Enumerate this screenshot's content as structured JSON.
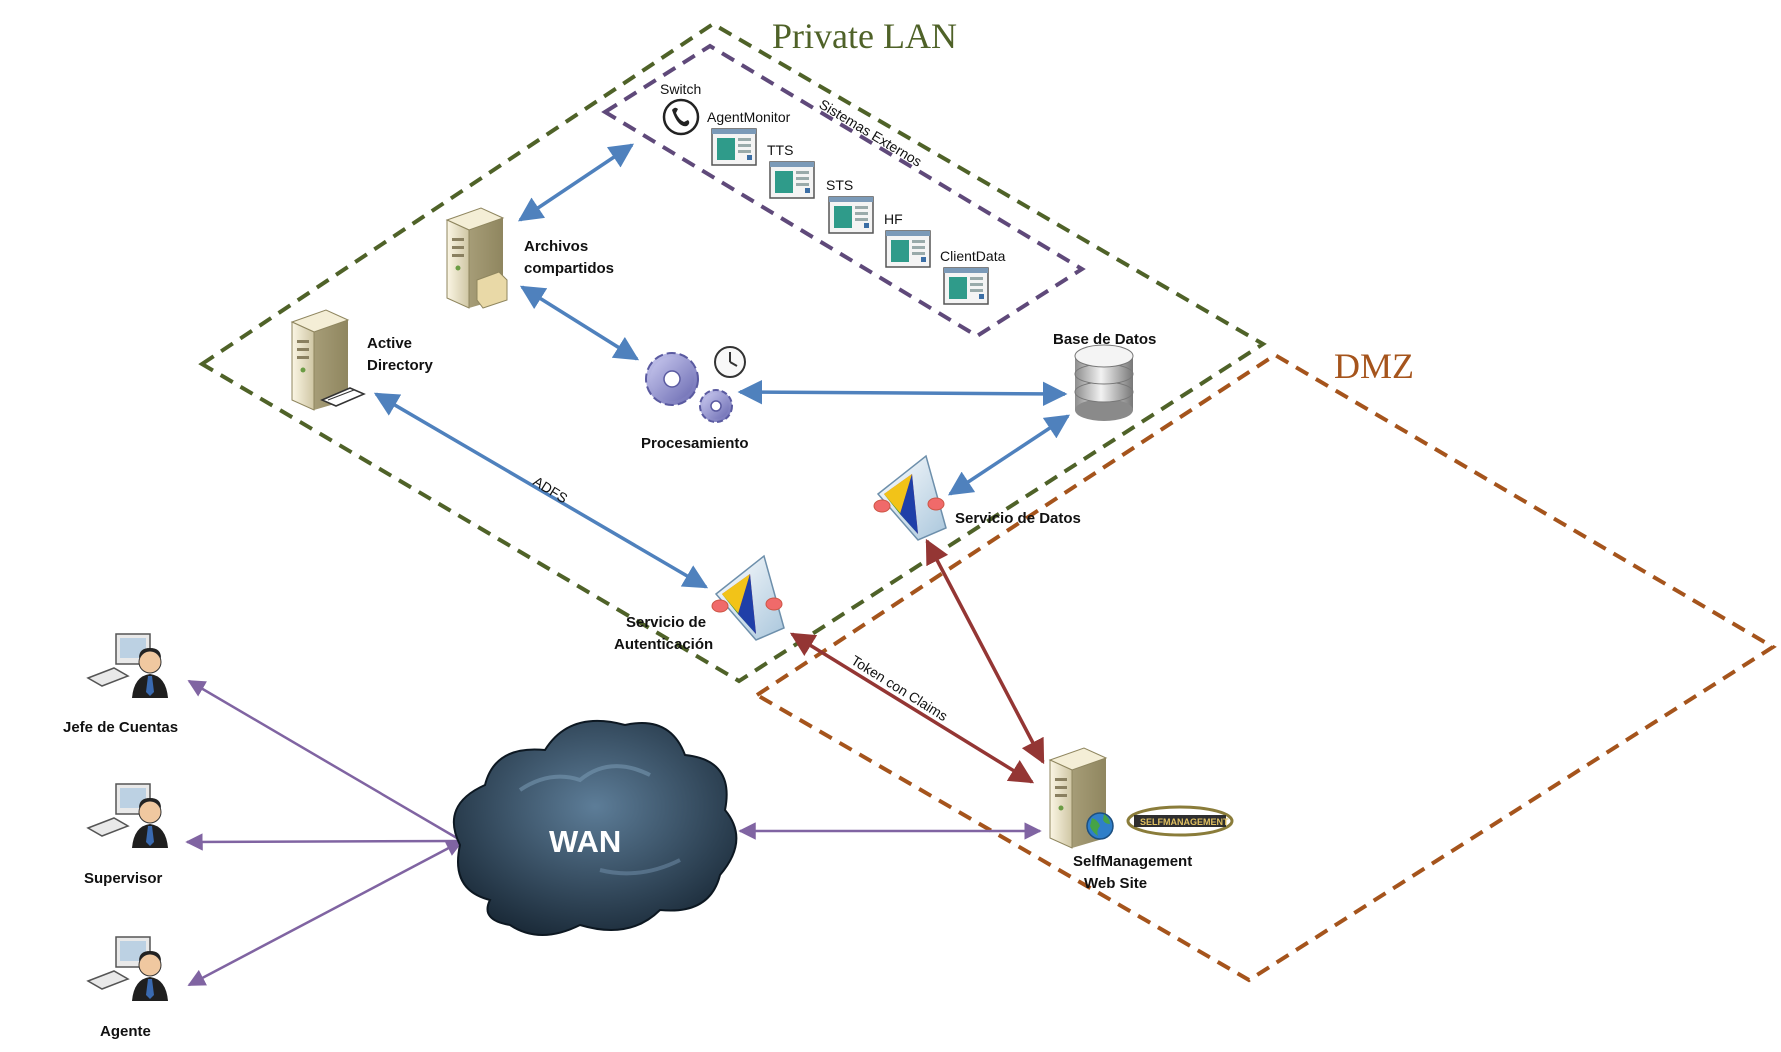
{
  "zones": {
    "private_lan": {
      "title": "Private LAN",
      "color": "#4f6228"
    },
    "dmz": {
      "title": "DMZ",
      "color": "#a5541c"
    },
    "external": {
      "title": "Sistemas Externos",
      "color": "#5f497a"
    }
  },
  "nodes": {
    "switch": "Switch",
    "agent_monitor": "AgentMonitor",
    "tts": "TTS",
    "sts": "STS",
    "hf": "HF",
    "client_data": "ClientData",
    "archivos_l1": "Archivos",
    "archivos_l2": "compartidos",
    "active_l1": "Active",
    "active_l2": "Directory",
    "procesamiento": "Procesamiento",
    "base_datos": "Base de Datos",
    "servicio_datos": "Servicio de Datos",
    "auth_l1": "Servicio de",
    "auth_l2": "Autenticación",
    "selfmgmt_l1": "SelfManagement",
    "selfmgmt_l2": "Web Site",
    "selfmgmt_logo": "SELFMANAGEMENT",
    "wan": "WAN",
    "jefe": "Jefe de Cuentas",
    "supervisor": "Supervisor",
    "agente": "Agente"
  },
  "edges": {
    "adfs": "ADFS",
    "token": "Token con Claims"
  },
  "colors": {
    "internal_link": "#4f81bd",
    "dmz_link": "#943634",
    "wan_link": "#8064a2"
  },
  "icons": [
    "phone-icon",
    "app-window-icon",
    "server-icon",
    "gears-icon",
    "clock-icon",
    "database-icon",
    "service-icon",
    "globe-icon",
    "user-computer-icon",
    "cloud-icon"
  ]
}
